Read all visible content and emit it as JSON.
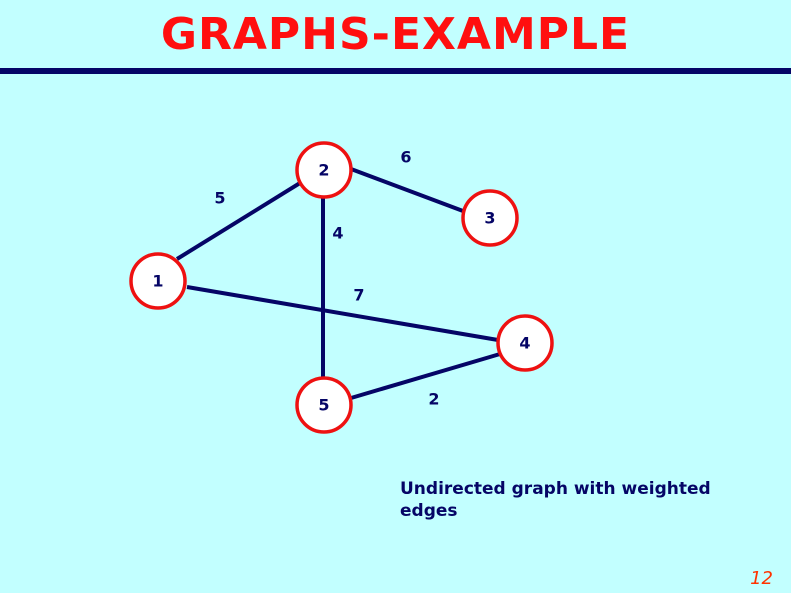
{
  "title": "GRAPHS-EXAMPLE",
  "caption": "Undirected graph with weighted edges",
  "page_number": "12",
  "graph": {
    "nodes": [
      {
        "id": "1",
        "label": "1"
      },
      {
        "id": "2",
        "label": "2"
      },
      {
        "id": "3",
        "label": "3"
      },
      {
        "id": "4",
        "label": "4"
      },
      {
        "id": "5",
        "label": "5"
      }
    ],
    "edges": [
      {
        "from": "1",
        "to": "2",
        "weight": "5"
      },
      {
        "from": "2",
        "to": "3",
        "weight": "6"
      },
      {
        "from": "2",
        "to": "5",
        "weight": "4"
      },
      {
        "from": "1",
        "to": "4",
        "weight": "7"
      },
      {
        "from": "5",
        "to": "4",
        "weight": "2"
      }
    ]
  },
  "colors": {
    "background": "#c2ffff",
    "title": "#ff0f0f",
    "rule": "#050566",
    "edge": "#050566",
    "node_border": "#ee1111",
    "node_fill": "#ffffff",
    "text": "#050566",
    "page_number": "#ff3300"
  }
}
